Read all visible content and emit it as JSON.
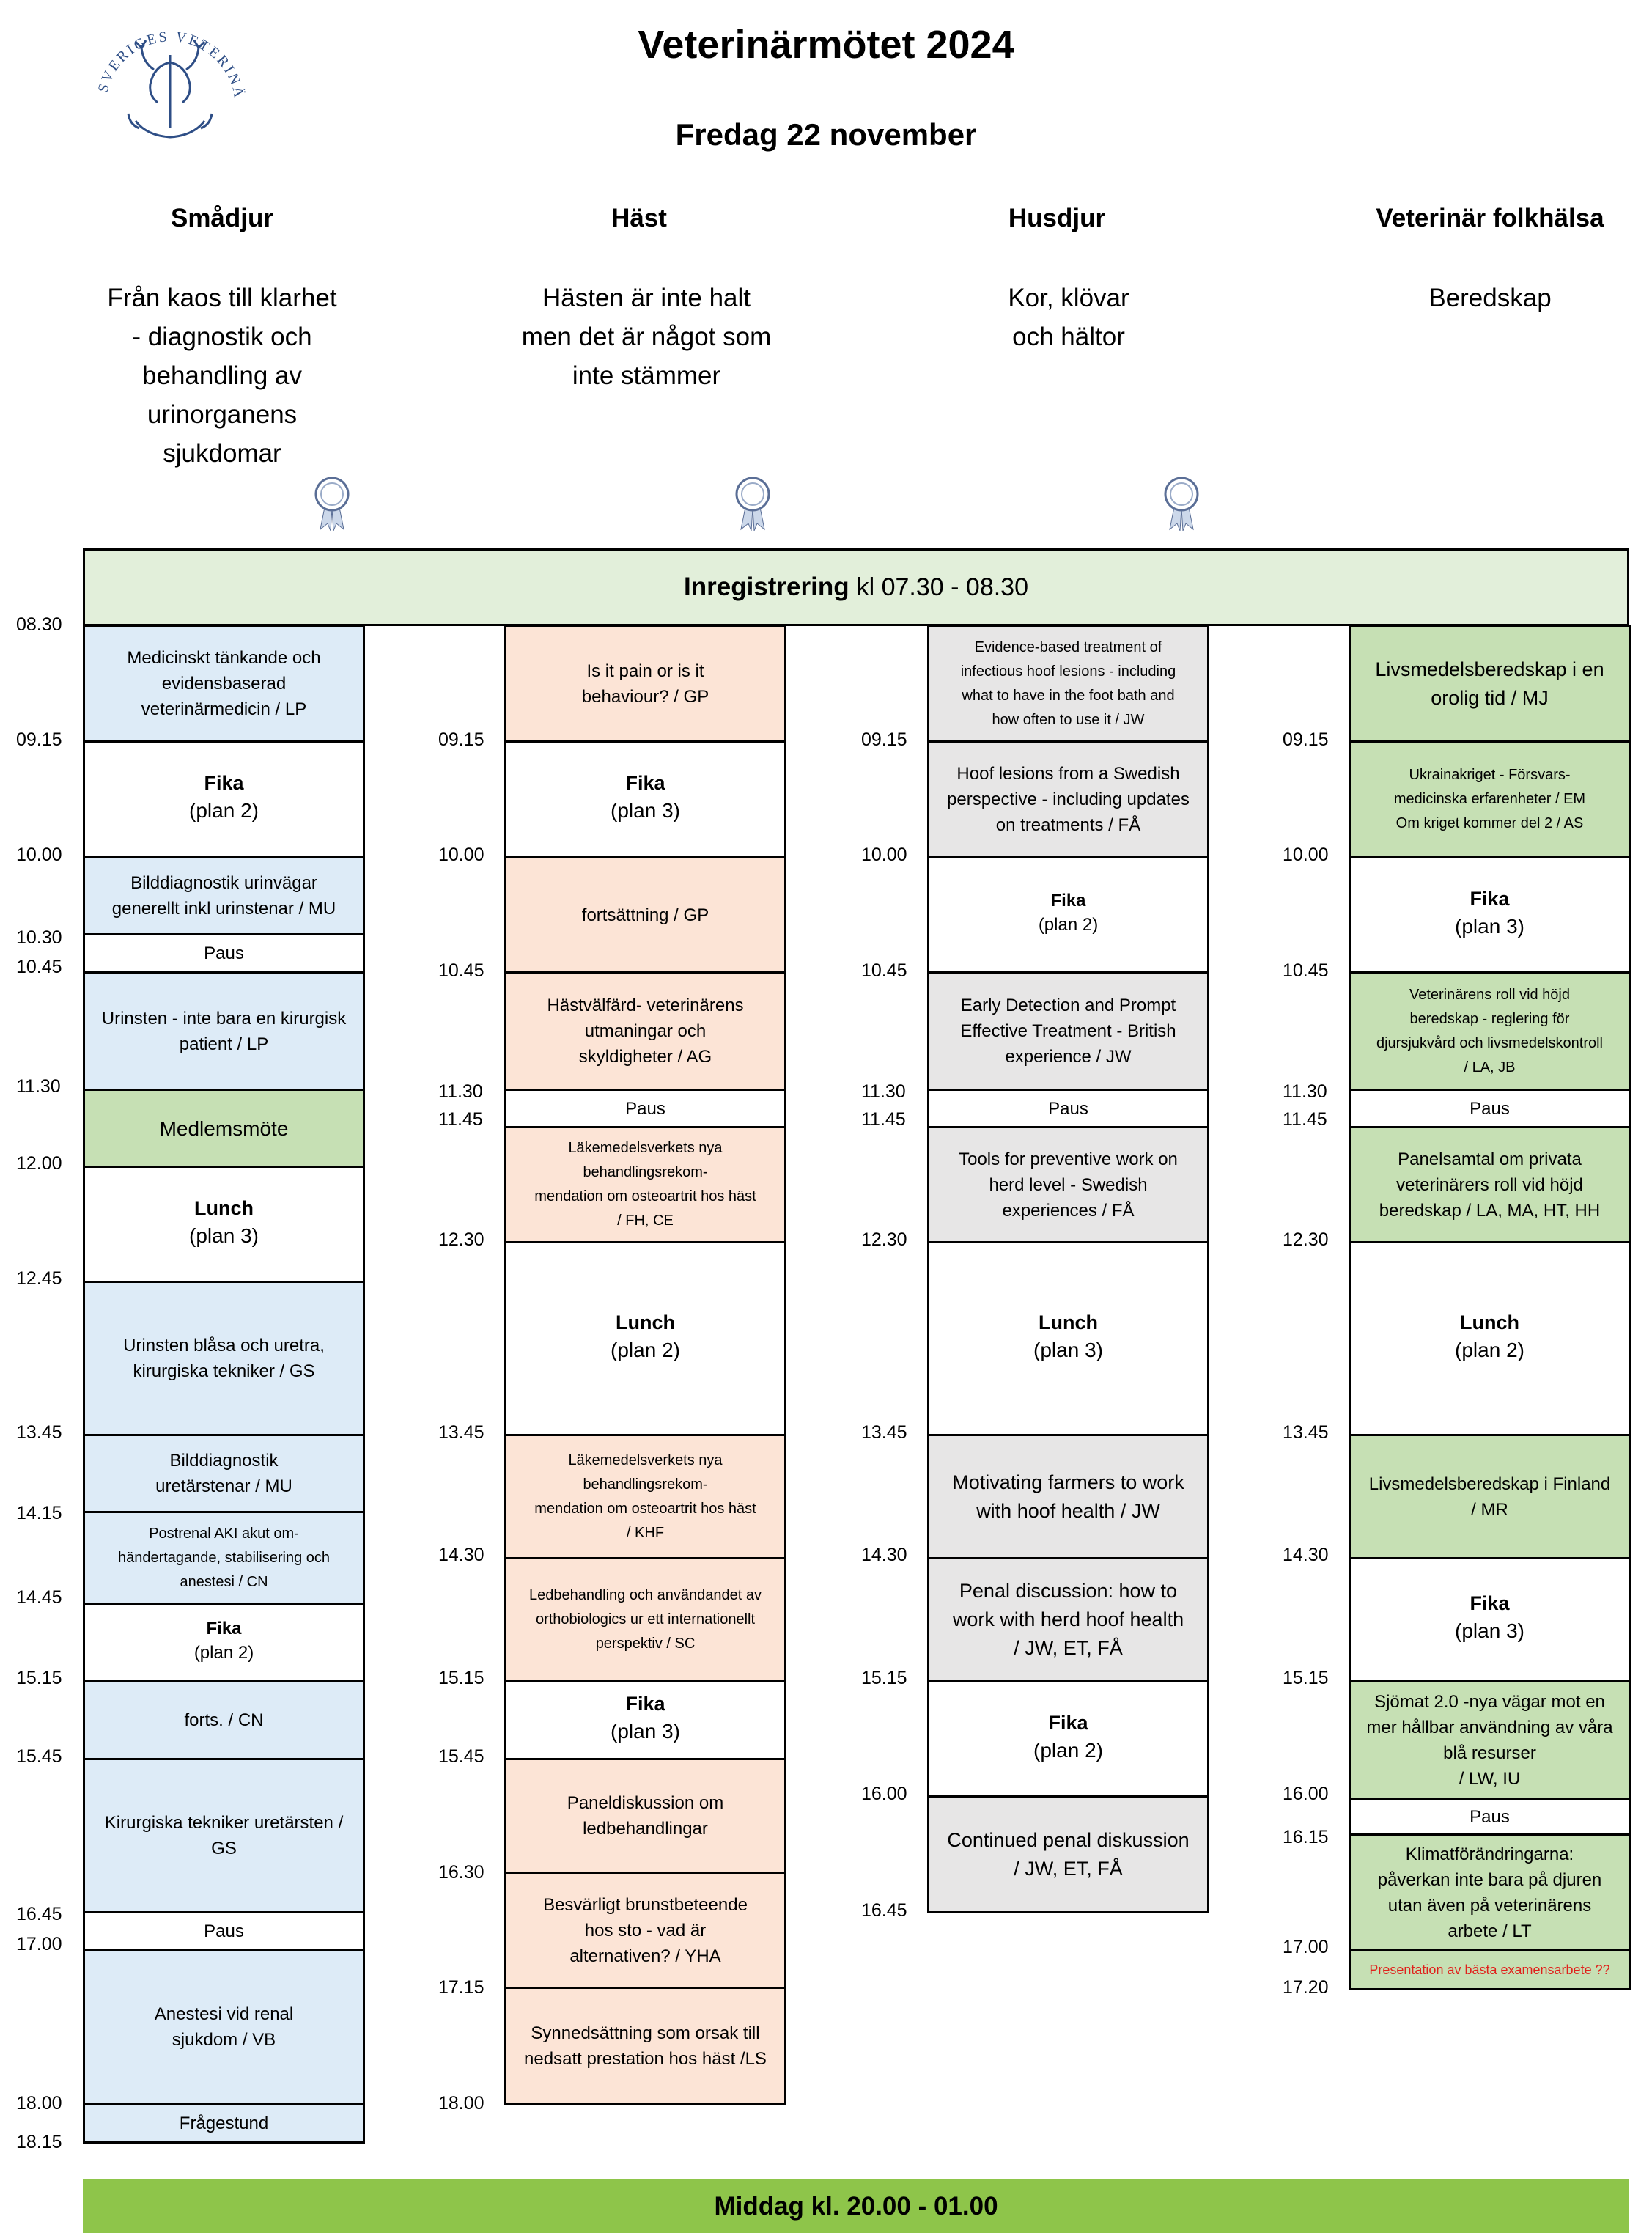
{
  "header": {
    "title": "Veterinärmötet 2024",
    "date": "Fredag 22 november",
    "logo_text": "SVERIGES VETERINÄRFÖRBUND"
  },
  "tracks": [
    {
      "name": "Smådjur",
      "theme": "Från kaos till klarhet\n- diagnostik och\nbehandling av\nurinorganens\nsjukdomar"
    },
    {
      "name": "Häst",
      "theme": "Hästen är inte halt\nmen det är något som\ninte stämmer"
    },
    {
      "name": "Husdjur",
      "theme": "Kor, klövar\noch hältor"
    },
    {
      "name": "Veterinär folkhälsa",
      "theme": "Beredskap"
    }
  ],
  "registration": {
    "label": "Inregistrering",
    "time": "kl 07.30 - 08.30"
  },
  "times": {
    "col1": [
      "08.30",
      "09.15",
      "10.00",
      "10.30",
      "10.45",
      "11.30",
      "12.00",
      "12.45",
      "13.45",
      "14.15",
      "14.45",
      "15.15",
      "15.45",
      "16.45",
      "17.00",
      "18.00",
      "18.15"
    ],
    "col2": [
      "09.15",
      "10.00",
      "10.45",
      "11.30",
      "11.45",
      "12.30",
      "13.45",
      "14.30",
      "15.15",
      "15.45",
      "16.30",
      "17.15",
      "18.00"
    ],
    "col3": [
      "09.15",
      "10.00",
      "10.45",
      "11.30",
      "11.45",
      "12.30",
      "13.45",
      "14.30",
      "15.15",
      "16.00",
      "16.45"
    ],
    "col4": [
      "09.15",
      "10.00",
      "10.45",
      "11.30",
      "11.45",
      "12.30",
      "13.45",
      "14.30",
      "15.15",
      "16.00",
      "16.15",
      "17.00",
      "17.20"
    ]
  },
  "sessions": {
    "smadjur": [
      "Medicinskt tänkande och\nevidensbaserad\nveterinärmedicin / LP",
      "Fika",
      "(plan 2)",
      "Bilddiagnostik urinvägar\ngenerellt inkl urinstenar / MU",
      "Paus",
      "Urinsten - inte bara en kirurgisk\npatient / LP",
      "Medlemsmöte",
      "Lunch",
      "(plan 3)",
      "Urinsten blåsa och uretra,\nkirurgiska tekniker / GS",
      "Bilddiagnostik\nuretärstenar / MU",
      "Postrenal AKI akut om-\nhändertagande, stabilisering och\nanestesi / CN",
      "Fika",
      "(plan 2)",
      "forts. / CN",
      "Kirurgiska tekniker uretärsten /\nGS",
      "Paus",
      "Anestesi vid renal\nsjukdom / VB",
      "Frågestund"
    ],
    "hast": [
      "Is it pain or is it\nbehaviour? / GP",
      "Fika",
      "(plan 3)",
      "fortsättning / GP",
      "Hästvälfärd- veterinärens\nutmaningar och\nskyldigheter / AG",
      "Paus",
      "Läkemedelsverkets nya\nbehandlingsrekom-\nmendation om osteoartrit hos häst\n/ FH, CE",
      "Lunch",
      "(plan 2)",
      "Läkemedelsverkets nya\nbehandlingsrekom-\nmendation om osteoartrit hos häst\n/ KHF",
      "Ledbehandling och användandet av\northobiologics ur ett internationellt\nperspektiv / SC",
      "Fika",
      "(plan 3)",
      "Paneldiskussion om\nledbehandlingar",
      "Besvärligt brunstbeteende\nhos sto - vad är\nalternativen? / YHA",
      "Synnedsättning som orsak till\nnedsatt prestation hos häst /LS"
    ],
    "husdjur": [
      "Evidence-based treatment of\ninfectious hoof lesions - including\nwhat to have in the foot bath and\nhow often to use it / JW",
      "Hoof lesions from a Swedish\nperspective - including updates\non treatments / FÅ",
      "Fika",
      "(plan 2)",
      "Early Detection and Prompt\nEffective Treatment  - British\nexperience / JW",
      "Paus",
      "Tools for preventive work on\nherd level - Swedish\nexperiences / FÅ",
      "Lunch",
      "(plan 3)",
      "Motivating farmers to work\nwith hoof health / JW",
      "Penal discussion: how to\nwork with herd hoof health\n/ JW, ET, FÅ",
      "Fika",
      "(plan 2)",
      "Continued penal diskussion\n/ JW, ET, FÅ"
    ],
    "folkhalsa": [
      "Livsmedelsberedskap i en\norolig tid / MJ",
      "Ukrainakriget - Försvars-\nmedicinska erfarenheter / EM\nOm kriget kommer del 2 / AS",
      "Fika",
      "(plan 3)",
      "Veterinärens roll vid höjd\nberedskap - reglering för\ndjursjukvård och livsmedelskontroll\n/ LA, JB",
      "Paus",
      "Panelsamtal om privata\nveterinärers roll vid höjd\nberedskap / LA, MA, HT, HH",
      "Lunch",
      "(plan 2)",
      "Livsmedelsberedskap i Finland\n/ MR",
      "Fika",
      "(plan 3)",
      "Sjömat 2.0 -nya vägar mot en\nmer hållbar användning av våra\nblå resurser\n/ LW, IU",
      "Paus",
      "Klimatförändringarna:\npåverkan inte bara på djuren\nutan även på veterinärens\narbete / LT",
      "Presentation av bästa examensarbete ??"
    ]
  },
  "dinner": "Middag kl. 20.00 - 01.00",
  "colors": {
    "smadjur": "#ddebf7",
    "hast": "#fce4d6",
    "husdjur": "#e7e6e6",
    "folkhalsa": "#c6e0b4",
    "registration": "#e2efda",
    "dinner": "#8ec54a"
  }
}
